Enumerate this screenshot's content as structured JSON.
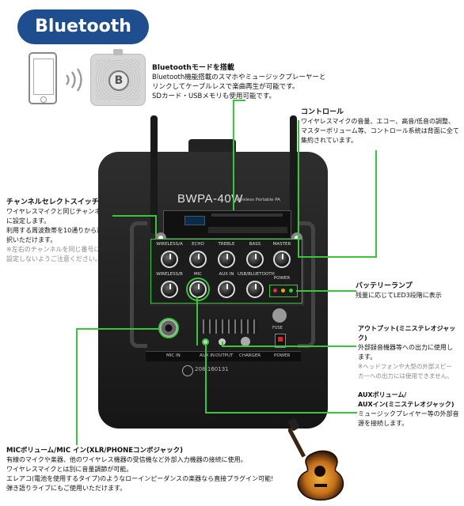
{
  "header": {
    "title": "Bluetooth"
  },
  "device": {
    "model": "BWPA-40W",
    "subtitle": "Wireless Portable PA",
    "serial": "208-160131",
    "knob_labels": [
      "WIRELESS/A",
      "ECHO",
      "TREBLE",
      "BASS",
      "MASTER",
      "WIRELESS/B",
      "MIC",
      "AUX IN",
      "USB/BLUETOOTH",
      "POWER"
    ],
    "jack_labels": [
      "MIC IN",
      "AUX IN",
      "OUTPUT",
      "CHARGER",
      "POWER"
    ],
    "fuse_label": "FUSE",
    "bt_letter": "B"
  },
  "callouts": {
    "bluetooth_mode": {
      "heading": "Bluetoothモードを搭載",
      "lines": [
        "Bluetooth機能搭載のスマホやミュージックプレーヤーと",
        "リンクしてケーブルレスで楽曲再生が可能です。",
        "SDカード・USBメモリも使用可能です。"
      ]
    },
    "control": {
      "heading": "コントロール",
      "lines": [
        "ワイヤレスマイクの音量、エコー、高音/低音の調整、",
        "マスターボリューム等、コントロール系統は背面に全て",
        "集約されています。"
      ]
    },
    "channel_select": {
      "heading": "チャンネルセレクトスイッチ",
      "lines": [
        "ワイヤレスマイクと同じチャンネル",
        "に設定します。",
        "利用する周波数帯を10通りから選",
        "択いただけます。"
      ],
      "note_lines": [
        "※左右のチャンネルを同じ番号に",
        "設定しないようご注意ください。"
      ]
    },
    "battery": {
      "heading": "バッテリーランプ",
      "lines": [
        "残量に応じてLED3段階に表示"
      ]
    },
    "output": {
      "heading": "アウトプット(ミニステレオジャック)",
      "lines": [
        "外部録音機器等への出力に使用し",
        "ます。"
      ],
      "note_lines": [
        "※ヘッドフォンや大型の外部スピー",
        "カーへの出力には使用できません。"
      ]
    },
    "aux": {
      "heading_lines": [
        "AUXボリューム/",
        "AUXイン(ミニステレオジャック)"
      ],
      "lines": [
        "ミュージックプレイヤー等の外部音",
        "源を接続します。"
      ]
    },
    "mic": {
      "heading": "MICボリューム/MIC イン(XLR/PHONEコンボジャック)",
      "lines": [
        "有線のマイクや楽器、他のワイヤレス機器の受信機など外部入力機器の接続に使用。",
        "ワイヤレスマイクとは別に音量調節が可能。",
        "エレアコ(電池を使用するタイプ)のようなローインピーダンスの楽器なら直接プラグイン可能!",
        "弾き語りライブにもご使用いただけます。"
      ]
    },
    "colors": {
      "accent_green": "#37c837",
      "title_blue": "#1f4e8f"
    }
  }
}
